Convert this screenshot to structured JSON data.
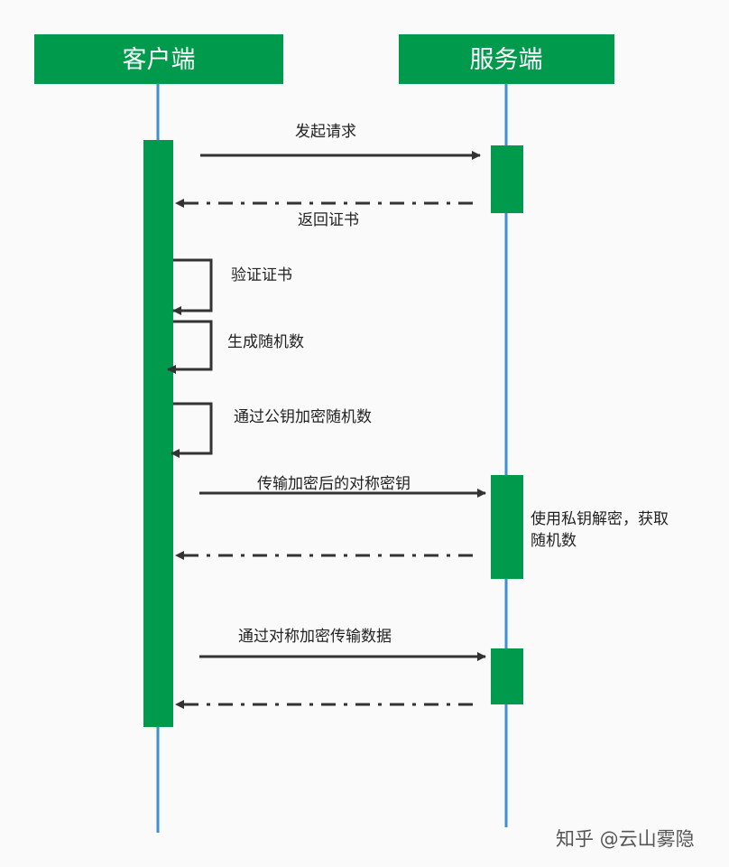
{
  "colors": {
    "accent_green": "#009a4c",
    "lifeline_blue": "#3d8fd6",
    "arrow_dark": "#333333",
    "background": "#fafafa"
  },
  "participants": {
    "client": "客户端",
    "server": "服务端"
  },
  "messages": {
    "send_request": "发起请求",
    "return_certificate": "返回证书",
    "verify_certificate": "验证证书",
    "generate_random": "生成随机数",
    "encrypt_random": "通过公钥加密随机数",
    "transfer_key": "传输加密后的对称密钥",
    "transfer_data": "通过对称加密传输数据"
  },
  "notes": {
    "server_decrypt_line1": "使用私钥解密，获取",
    "server_decrypt_line2": "随机数"
  },
  "watermark": "知乎 @云山雾隐"
}
